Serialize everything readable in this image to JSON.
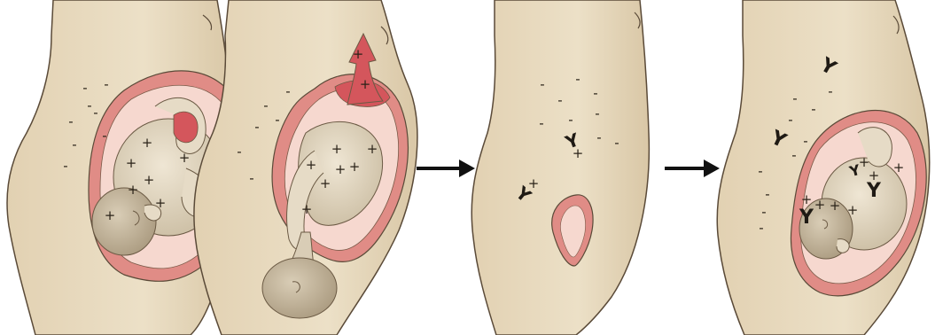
{
  "colors": {
    "skin": "#e8d9bd",
    "skin_shade": "#d6c3a1",
    "outline": "#5a4a38",
    "uterus": "#e08c86",
    "uterus_inner": "#f6d8cf",
    "placenta": "#d4565c",
    "fetus": "#e6dbc6",
    "fetus_shade": "#bfb198",
    "arrow": "#111111"
  },
  "figure": {
    "panels": [
      {
        "id": "first-pregnancy",
        "mother_signs": [
          "-",
          "-",
          "-",
          "-",
          "-",
          "-",
          "-",
          "-"
        ],
        "fetus_signs": [
          "+",
          "+",
          "+",
          "+",
          "+",
          "+",
          "+"
        ]
      },
      {
        "id": "delivery",
        "mother_signs": [
          "-",
          "-",
          "-",
          "-",
          "-",
          "-"
        ],
        "fetus_signs": [
          "+",
          "+",
          "+",
          "+",
          "+",
          "+",
          "+"
        ],
        "leak_signs": [
          "+",
          "+"
        ]
      },
      {
        "id": "sensitization",
        "mother_signs": [
          "-",
          "-",
          "-",
          "-",
          "-",
          "-",
          "-",
          "-",
          "-"
        ],
        "antibodies": [
          "Y",
          "Y"
        ],
        "antibody_signs": [
          "+",
          "+"
        ]
      },
      {
        "id": "second-pregnancy",
        "mother_signs": [
          "-",
          "-",
          "-",
          "-",
          "-",
          "-",
          "-",
          "-",
          "-",
          "-"
        ],
        "antibodies": [
          "Y",
          "Y",
          "Y",
          "Y",
          "Y"
        ],
        "fetus_signs": [
          "+",
          "+",
          "+",
          "+",
          "+",
          "+",
          "+"
        ]
      }
    ],
    "arrows": [
      "arrow-1",
      "arrow-2"
    ]
  }
}
